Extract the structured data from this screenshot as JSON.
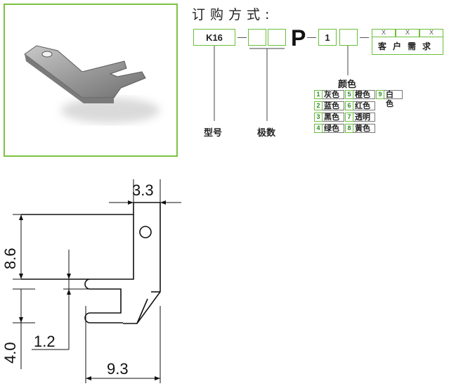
{
  "order": {
    "title": "订购方式:",
    "model_box": "K16",
    "separator_letter": "P",
    "color_box": "1",
    "customer_cells": [
      "X",
      "X",
      "X"
    ],
    "customer_label": "客户需求",
    "model_label": "型号",
    "poles_label": "极数",
    "color_title": "颜色",
    "colors": [
      {
        "num": "1",
        "name": "灰色"
      },
      {
        "num": "2",
        "name": "蓝色"
      },
      {
        "num": "3",
        "name": "黑色"
      },
      {
        "num": "4",
        "name": "绿色"
      },
      {
        "num": "5",
        "name": "橙色"
      },
      {
        "num": "6",
        "name": "红色"
      },
      {
        "num": "7",
        "name": "透明"
      },
      {
        "num": "8",
        "name": "黄色"
      },
      {
        "num": "9",
        "name": "白色"
      }
    ]
  },
  "dimensions": {
    "top_width": "3.3",
    "upper_height": "8.6",
    "slot_width": "1.2",
    "lower_height": "4.0",
    "bottom_width": "9.3"
  },
  "colors": {
    "frame_green": "#7dc242",
    "box_green": "#6cbf3a",
    "line": "#111111"
  }
}
